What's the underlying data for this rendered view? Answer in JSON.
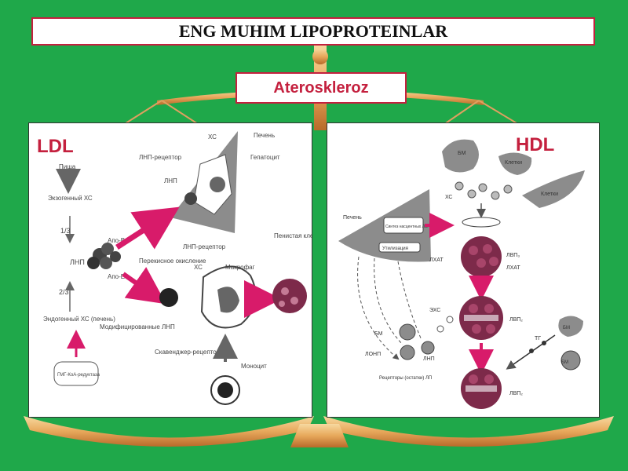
{
  "slide": {
    "title": "ENG MUHIM LIPOPROTEINLAR",
    "subtitle": "Ateroskleroz"
  },
  "ldl": {
    "tag": "LDL",
    "labels": {
      "food": "Пища",
      "exo_chol": "Экзогенный ХС",
      "one_third": "1/3",
      "two_thirds": "2/3",
      "ldl": "ЛНП",
      "apo_b": "Апо-В",
      "apo_e": "Апо-Е",
      "endo_chol": "Эндогенный ХС (печень)",
      "hmg": "ГМГ-КоА-редуктаза",
      "liver": "Печень",
      "hepatocyte": "Гепатоцит",
      "ldl_receptor_top": "ЛНП-рецептор",
      "ldl_top": "ЛНП",
      "chol": "ХС",
      "ldl_receptor_bottom": "ЛНП-рецептор",
      "peroxide": "Перекисное окисление",
      "modified_ldl": "Модифицированные ЛНП",
      "xc2": "ХС",
      "macrophage": "Макрофаг",
      "foam_cell": "Пенистая клетка",
      "scavenger": "Скавенджер-рецептор",
      "monocyte": "Моноцит"
    }
  },
  "hdl": {
    "tag": "HDL",
    "labels": {
      "liver": "Печень",
      "synthesis": "Синтез насцентных ЛВП",
      "uptake": "Утилизация",
      "bm_top": "БМ",
      "cells_top": "Клетки",
      "cells_right": "Клетки",
      "xc": "ХС",
      "lcat1": "ЛХАТ",
      "lcat2": "ЛХАТ",
      "hdl3": "ЛВП₃",
      "hdl2": "ЛВП₂",
      "hdl2b": "ЛВП₂",
      "ehc": "ЭХС",
      "vldl": "ЛОНП",
      "ldl": "ЛНП",
      "bm": "БМ",
      "receptors": "Рецепторы (остатки) ЛП",
      "tg": "ТГ",
      "bm_right": "БМ",
      "bm_right2": "БМ"
    }
  },
  "colors": {
    "background": "#1fa84a",
    "accent": "#c4203e",
    "arrow": "#d81b6a",
    "grey_shape": "#8c8c8c",
    "purple_cluster": "#7d2a4a"
  }
}
